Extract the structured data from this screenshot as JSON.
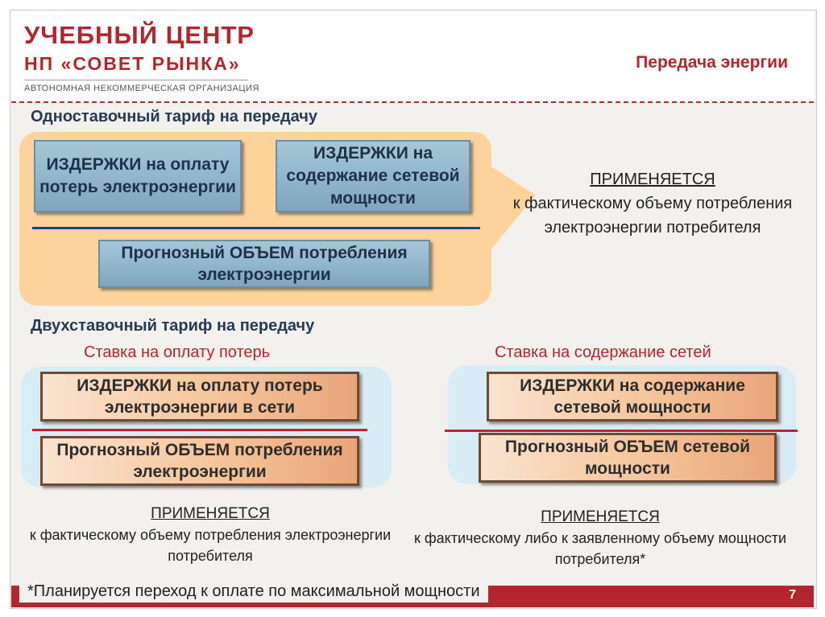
{
  "header": {
    "logo_line1": "УЧЕБНЫЙ ЦЕНТР",
    "logo_line2": "НП «СОВЕТ РЫНКА»",
    "logo_sub": "АВТОНОМНАЯ НЕКОММЕРЧЕСКАЯ ОРГАНИЗАЦИЯ",
    "section_title": "Передача энергии"
  },
  "single_rate": {
    "title": "Одноставочный тариф на передачу",
    "numerator_left": "ИЗДЕРЖКИ на оплату потерь электроэнергии",
    "numerator_right": "ИЗДЕРЖКИ на содержание сетевой мощности",
    "denominator": "Прогнозный ОБЪЕМ потребления электроэнергии",
    "applies_heading": "ПРИМЕНЯЕТСЯ",
    "applies_text": "к фактическому объему потребления электроэнергии потребителя"
  },
  "two_rate": {
    "title": "Двухставочный тариф на передачу",
    "loss_rate": {
      "title": "Ставка на оплату потерь",
      "numerator": "ИЗДЕРЖКИ на оплату потерь электроэнергии в сети",
      "denominator": "Прогнозный ОБЪЕМ потребления электроэнергии",
      "applies_heading": "ПРИМЕНЯЕТСЯ",
      "applies_text": "к фактическому объему потребления электроэнергии потребителя"
    },
    "network_rate": {
      "title": "Ставка на содержание сетей",
      "numerator": "ИЗДЕРЖКИ на содержание сетевой мощности",
      "denominator": "Прогнозный ОБЪЕМ сетевой мощности",
      "applies_heading": "ПРИМЕНЯЕТСЯ",
      "applies_text": "к фактическому либо к заявленному объему мощности потребителя*"
    }
  },
  "footer": {
    "footnote": "*Планируется переход к оплате по максимальной мощности",
    "page_number": "7"
  },
  "colors": {
    "brand_red": "#b3262d",
    "panel_orange": "#fbd39b",
    "panel_light_blue": "#d7ecf4",
    "fraction_line_blue": "#233e8c",
    "fraction_line_red": "#c6202b"
  }
}
